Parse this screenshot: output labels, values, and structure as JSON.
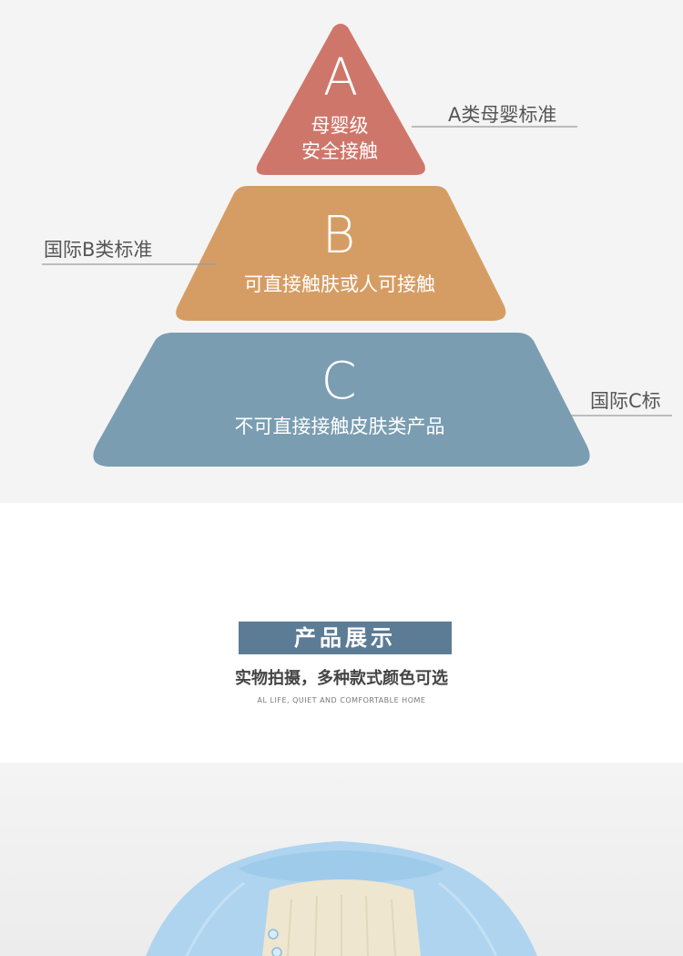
{
  "pyramid": {
    "colors": {
      "tier_a": "#cf766b",
      "tier_b": "#d59d64",
      "tier_c": "#7a9db1",
      "background": "#f5f4f4"
    },
    "tier_a": {
      "letter": "A",
      "line1": "母婴级",
      "line2": "安全接触"
    },
    "tier_b": {
      "letter": "B",
      "text": "可直接触肤或人可接触"
    },
    "tier_c": {
      "letter": "C",
      "text": "不可直接接触皮肤类产品"
    },
    "labels": {
      "a": "A类母婴标准",
      "b": "国际B类标准",
      "c": "国际C标"
    }
  },
  "showcase": {
    "title": "产品展示",
    "subtitle": "实物拍摄，多种款式颜色可选",
    "tagline": "AL LIFE, QUIET AND COMFORTABLE HOME",
    "accent": "#5c7c96"
  }
}
